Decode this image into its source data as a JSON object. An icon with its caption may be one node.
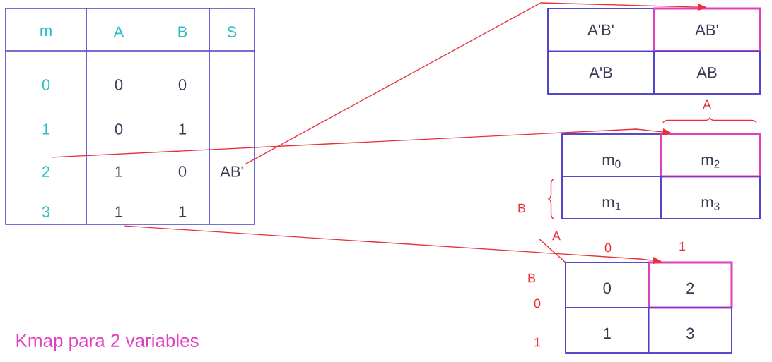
{
  "diagram": {
    "caption": "Kmap para 2 variables",
    "nodes": [
      {
        "text": [],
        "shape": "box"
      },
      {
        "text": [
          "m"
        ],
        "in": 0
      },
      {
        "text": [
          "A"
        ],
        "in": 0
      },
      {
        "text": [
          "B"
        ],
        "in": 0
      },
      {
        "text": [
          "S"
        ],
        "in": 0
      },
      {
        "text": [
          "0"
        ],
        "in": 0
      },
      {
        "text": [
          "0"
        ],
        "in": 0
      },
      {
        "text": [
          "0"
        ],
        "in": 0
      },
      {
        "text": [
          "1"
        ],
        "in": 0
      },
      {
        "text": [
          "0"
        ],
        "in": 0
      },
      {
        "text": [
          "1"
        ],
        "in": 0
      },
      {
        "text": [
          "2"
        ],
        "in": 0
      },
      {
        "text": [
          "1"
        ],
        "in": 0
      },
      {
        "text": [
          "0"
        ],
        "in": 0
      },
      {
        "text": [
          "AB'"
        ],
        "in": 0
      },
      {
        "text": [
          "3"
        ],
        "in": 0
      },
      {
        "text": [
          "1"
        ],
        "in": 0
      },
      {
        "text": [
          "1"
        ],
        "in": 0
      },
      {
        "text": [],
        "shape": "box"
      },
      {
        "text": [
          "A'B'"
        ],
        "in": 18
      },
      {
        "text": [
          "AB'"
        ],
        "in": 18
      },
      {
        "text": [
          "A'B"
        ],
        "in": 18
      },
      {
        "text": [
          "AB"
        ],
        "in": 18
      },
      {
        "text": [],
        "shape": "box"
      },
      {
        "text": [
          "m$_{0}$"
        ],
        "in": 23
      },
      {
        "text": [
          "m$_{2}$"
        ],
        "in": 23
      },
      {
        "text": [
          "m$_{1}$"
        ],
        "in": 23
      },
      {
        "text": [
          "m$_{3}$"
        ],
        "in": 23
      },
      {
        "text": [],
        "shape": "box"
      },
      {
        "text": [
          "0"
        ],
        "in": 28
      },
      {
        "text": [
          "2"
        ],
        "in": 28
      },
      {
        "text": [
          "1"
        ],
        "in": 28
      },
      {
        "text": [
          "3"
        ],
        "in": 28
      }
    ],
    "edges": [
      {
        "from": 14,
        "to": 20,
        "arrow": "to"
      },
      {
        "from": 11,
        "to": 25,
        "arrow": "to"
      },
      {
        "from": 16,
        "to": 30,
        "arrow": "to"
      }
    ],
    "labels": [
      "A",
      "B",
      "A",
      "B",
      "0",
      "1",
      "0",
      "1"
    ]
  }
}
